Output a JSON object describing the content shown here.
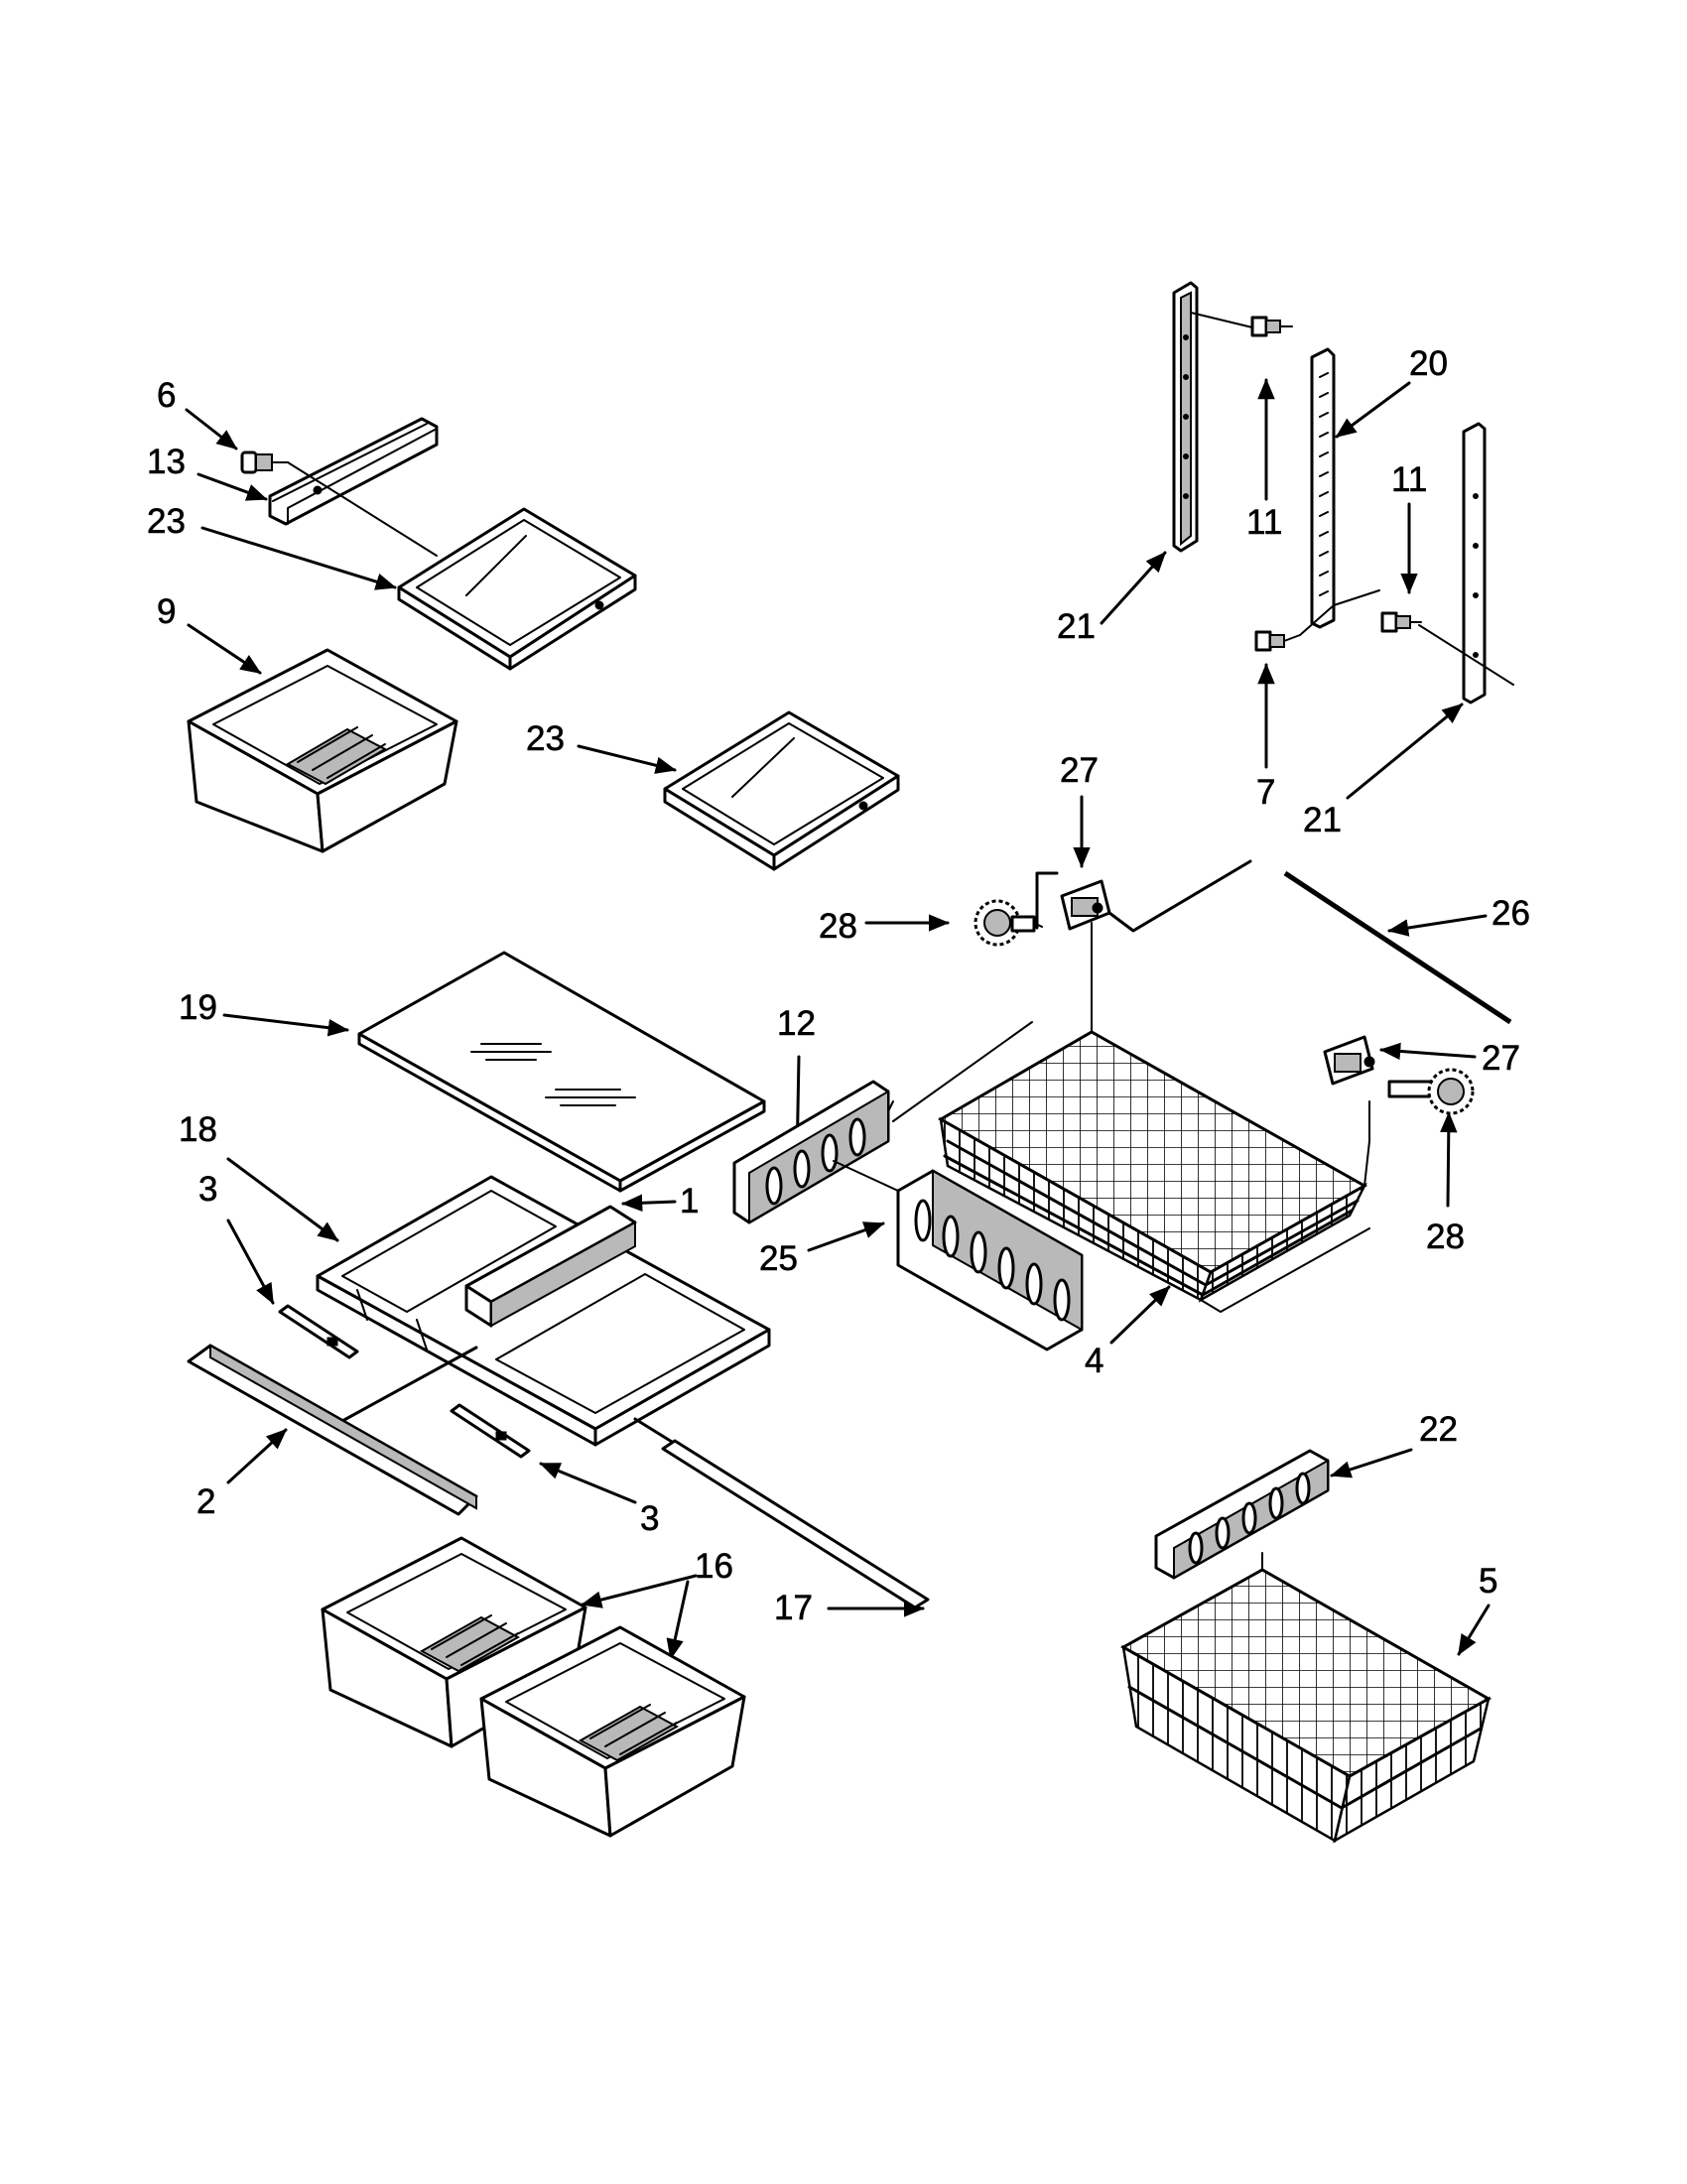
{
  "diagram": {
    "callouts": [
      {
        "id": "c6",
        "text": "6"
      },
      {
        "id": "c13",
        "text": "13"
      },
      {
        "id": "c23a",
        "text": "23"
      },
      {
        "id": "c9",
        "text": "9"
      },
      {
        "id": "c23b",
        "text": "23"
      },
      {
        "id": "c19",
        "text": "19"
      },
      {
        "id": "c18",
        "text": "18"
      },
      {
        "id": "c3a",
        "text": "3"
      },
      {
        "id": "c1",
        "text": "1"
      },
      {
        "id": "c2",
        "text": "2"
      },
      {
        "id": "c3b",
        "text": "3"
      },
      {
        "id": "c16",
        "text": "16"
      },
      {
        "id": "c17",
        "text": "17"
      },
      {
        "id": "c12",
        "text": "12"
      },
      {
        "id": "c25",
        "text": "25"
      },
      {
        "id": "c4",
        "text": "4"
      },
      {
        "id": "c27a",
        "text": "27"
      },
      {
        "id": "c28a",
        "text": "28"
      },
      {
        "id": "c26",
        "text": "26"
      },
      {
        "id": "c27b",
        "text": "27"
      },
      {
        "id": "c28b",
        "text": "28"
      },
      {
        "id": "c11a",
        "text": "11"
      },
      {
        "id": "c20",
        "text": "20"
      },
      {
        "id": "c11b",
        "text": "11"
      },
      {
        "id": "c21a",
        "text": "21"
      },
      {
        "id": "c7",
        "text": "7"
      },
      {
        "id": "c21b",
        "text": "21"
      },
      {
        "id": "c22",
        "text": "22"
      },
      {
        "id": "c5",
        "text": "5"
      }
    ]
  }
}
